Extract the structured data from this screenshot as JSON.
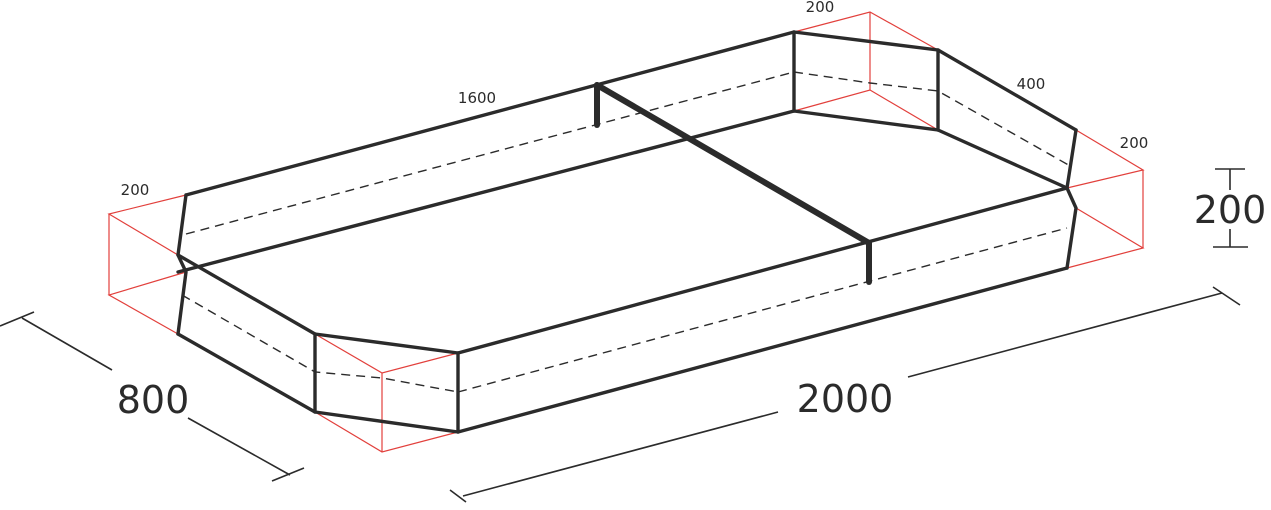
{
  "labels": {
    "top_short": "200",
    "top_long": "1600",
    "right_diag": "400",
    "right_short": "200",
    "left_short": "200",
    "width": "800",
    "length": "2000",
    "height": "200"
  },
  "colors": {
    "line": "#2b2b2b",
    "construction": "#e2403c"
  }
}
